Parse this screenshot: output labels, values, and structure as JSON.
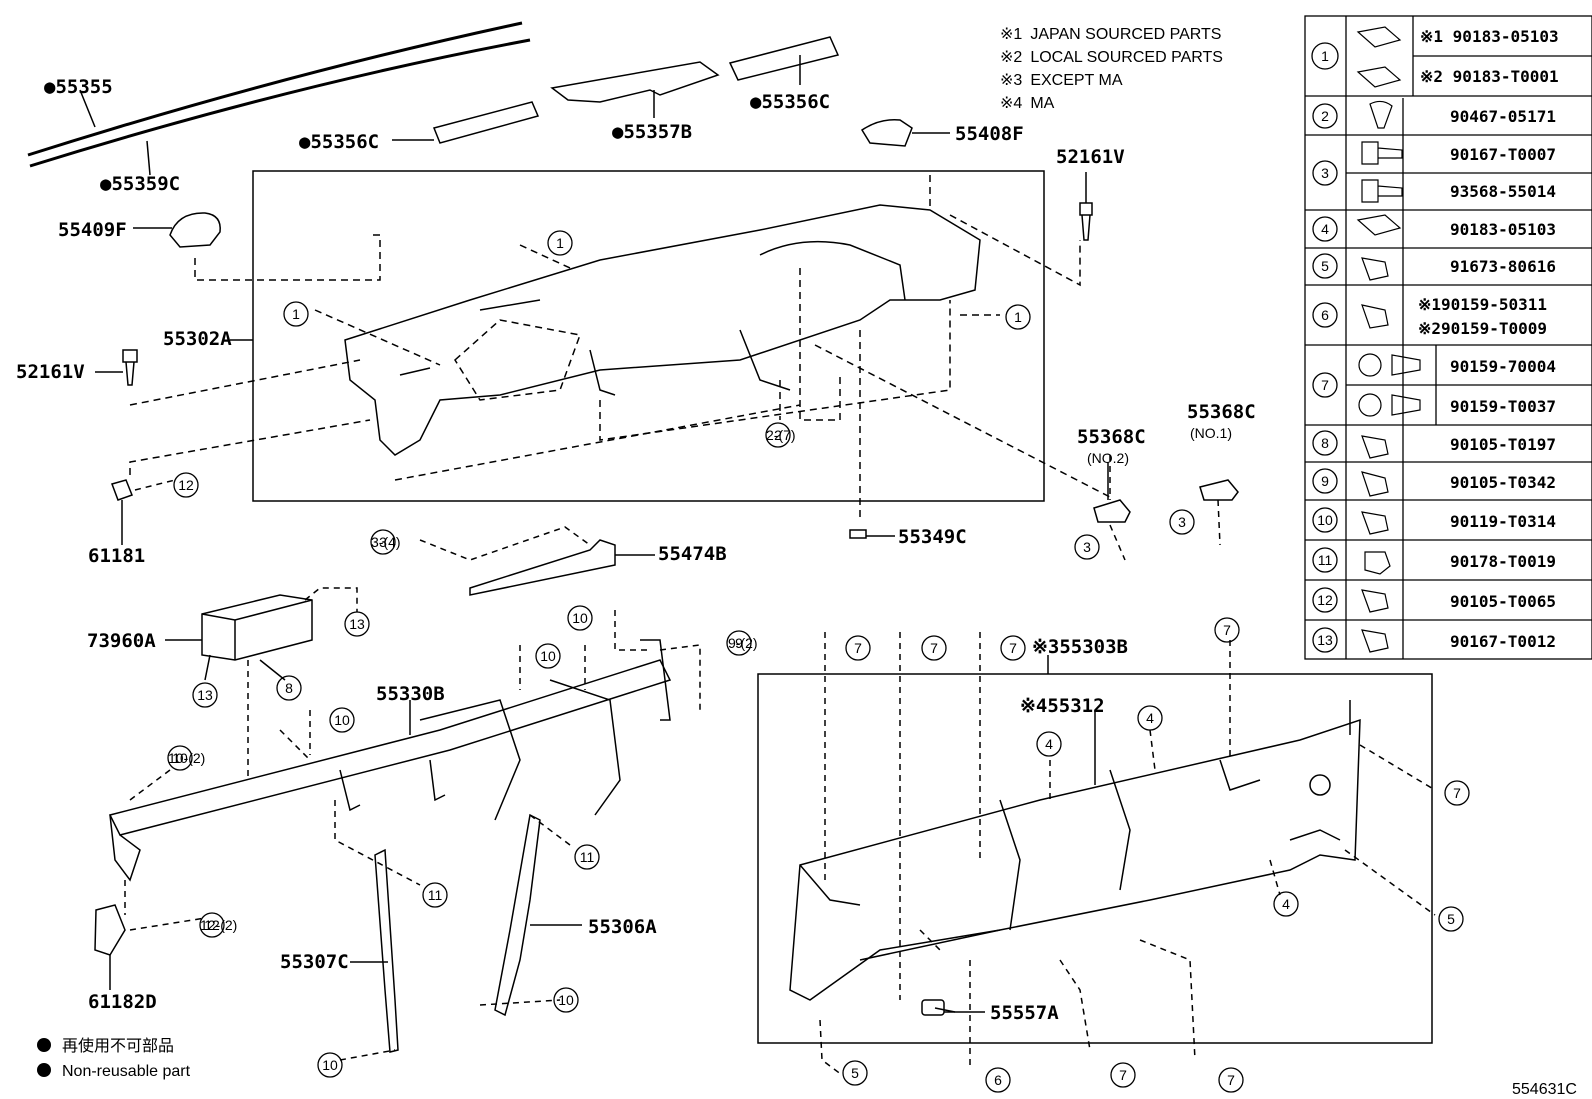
{
  "notes": [
    {
      "mark": "※1",
      "text": "JAPAN SOURCED PARTS"
    },
    {
      "mark": "※2",
      "text": "LOCAL SOURCED PARTS"
    },
    {
      "mark": "※3",
      "text": "EXCEPT MA"
    },
    {
      "mark": "※4",
      "text": "MA"
    }
  ],
  "legend": {
    "jp": "再使用不可部品",
    "en": "Non-reusable part"
  },
  "diagram_id": "554631C",
  "part_labels": {
    "p55355": "●55355",
    "p55359C": "●55359C",
    "p55409F": "55409F",
    "p55356C_a": "●55356C",
    "p55357B": "●55357B",
    "p55356C_b": "●55356C",
    "p55408F": "55408F",
    "p52161V_a": "52161V",
    "p52161V_b": "52161V",
    "p55302A": "55302A",
    "p61181": "61181",
    "p55368C_2": "55368C",
    "p55368C_2_sub": "(NO.2)",
    "p55368C_1": "55368C",
    "p55368C_1_sub": "(NO.1)",
    "p55349C": "55349C",
    "p55474B": "55474B",
    "p73960A": "73960A",
    "p55330B": "55330B",
    "p55303B": "※355303B",
    "p55312": "※455312",
    "p55306A": "55306A",
    "p55307C": "55307C",
    "p61182D": "61182D",
    "p55557A": "55557A"
  },
  "callouts": {
    "c2_7": "2-(7)",
    "c3_4": "3-(4)",
    "c9_2": "9-(2)",
    "c10_2": "10-(2)",
    "c12_2": "12-(2)"
  },
  "fastener_table": [
    {
      "ref": "1",
      "parts": [
        "※1 90183-05103",
        "※2 90183-T0001"
      ]
    },
    {
      "ref": "2",
      "parts": [
        "90467-05171"
      ]
    },
    {
      "ref": "3",
      "parts": [
        "90167-T0007",
        "93568-55014"
      ]
    },
    {
      "ref": "4",
      "parts": [
        "90183-05103"
      ]
    },
    {
      "ref": "5",
      "parts": [
        "91673-80616"
      ]
    },
    {
      "ref": "6",
      "parts": [
        "※190159-50311",
        "※290159-T0009"
      ]
    },
    {
      "ref": "7",
      "parts": [
        "90159-70004",
        "90159-T0037"
      ]
    },
    {
      "ref": "8",
      "parts": [
        "90105-T0197"
      ]
    },
    {
      "ref": "9",
      "parts": [
        "90105-T0342"
      ]
    },
    {
      "ref": "10",
      "parts": [
        "90119-T0314"
      ]
    },
    {
      "ref": "11",
      "parts": [
        "90178-T0019"
      ]
    },
    {
      "ref": "12",
      "parts": [
        "90105-T0065"
      ]
    },
    {
      "ref": "13",
      "parts": [
        "90167-T0012"
      ]
    }
  ]
}
